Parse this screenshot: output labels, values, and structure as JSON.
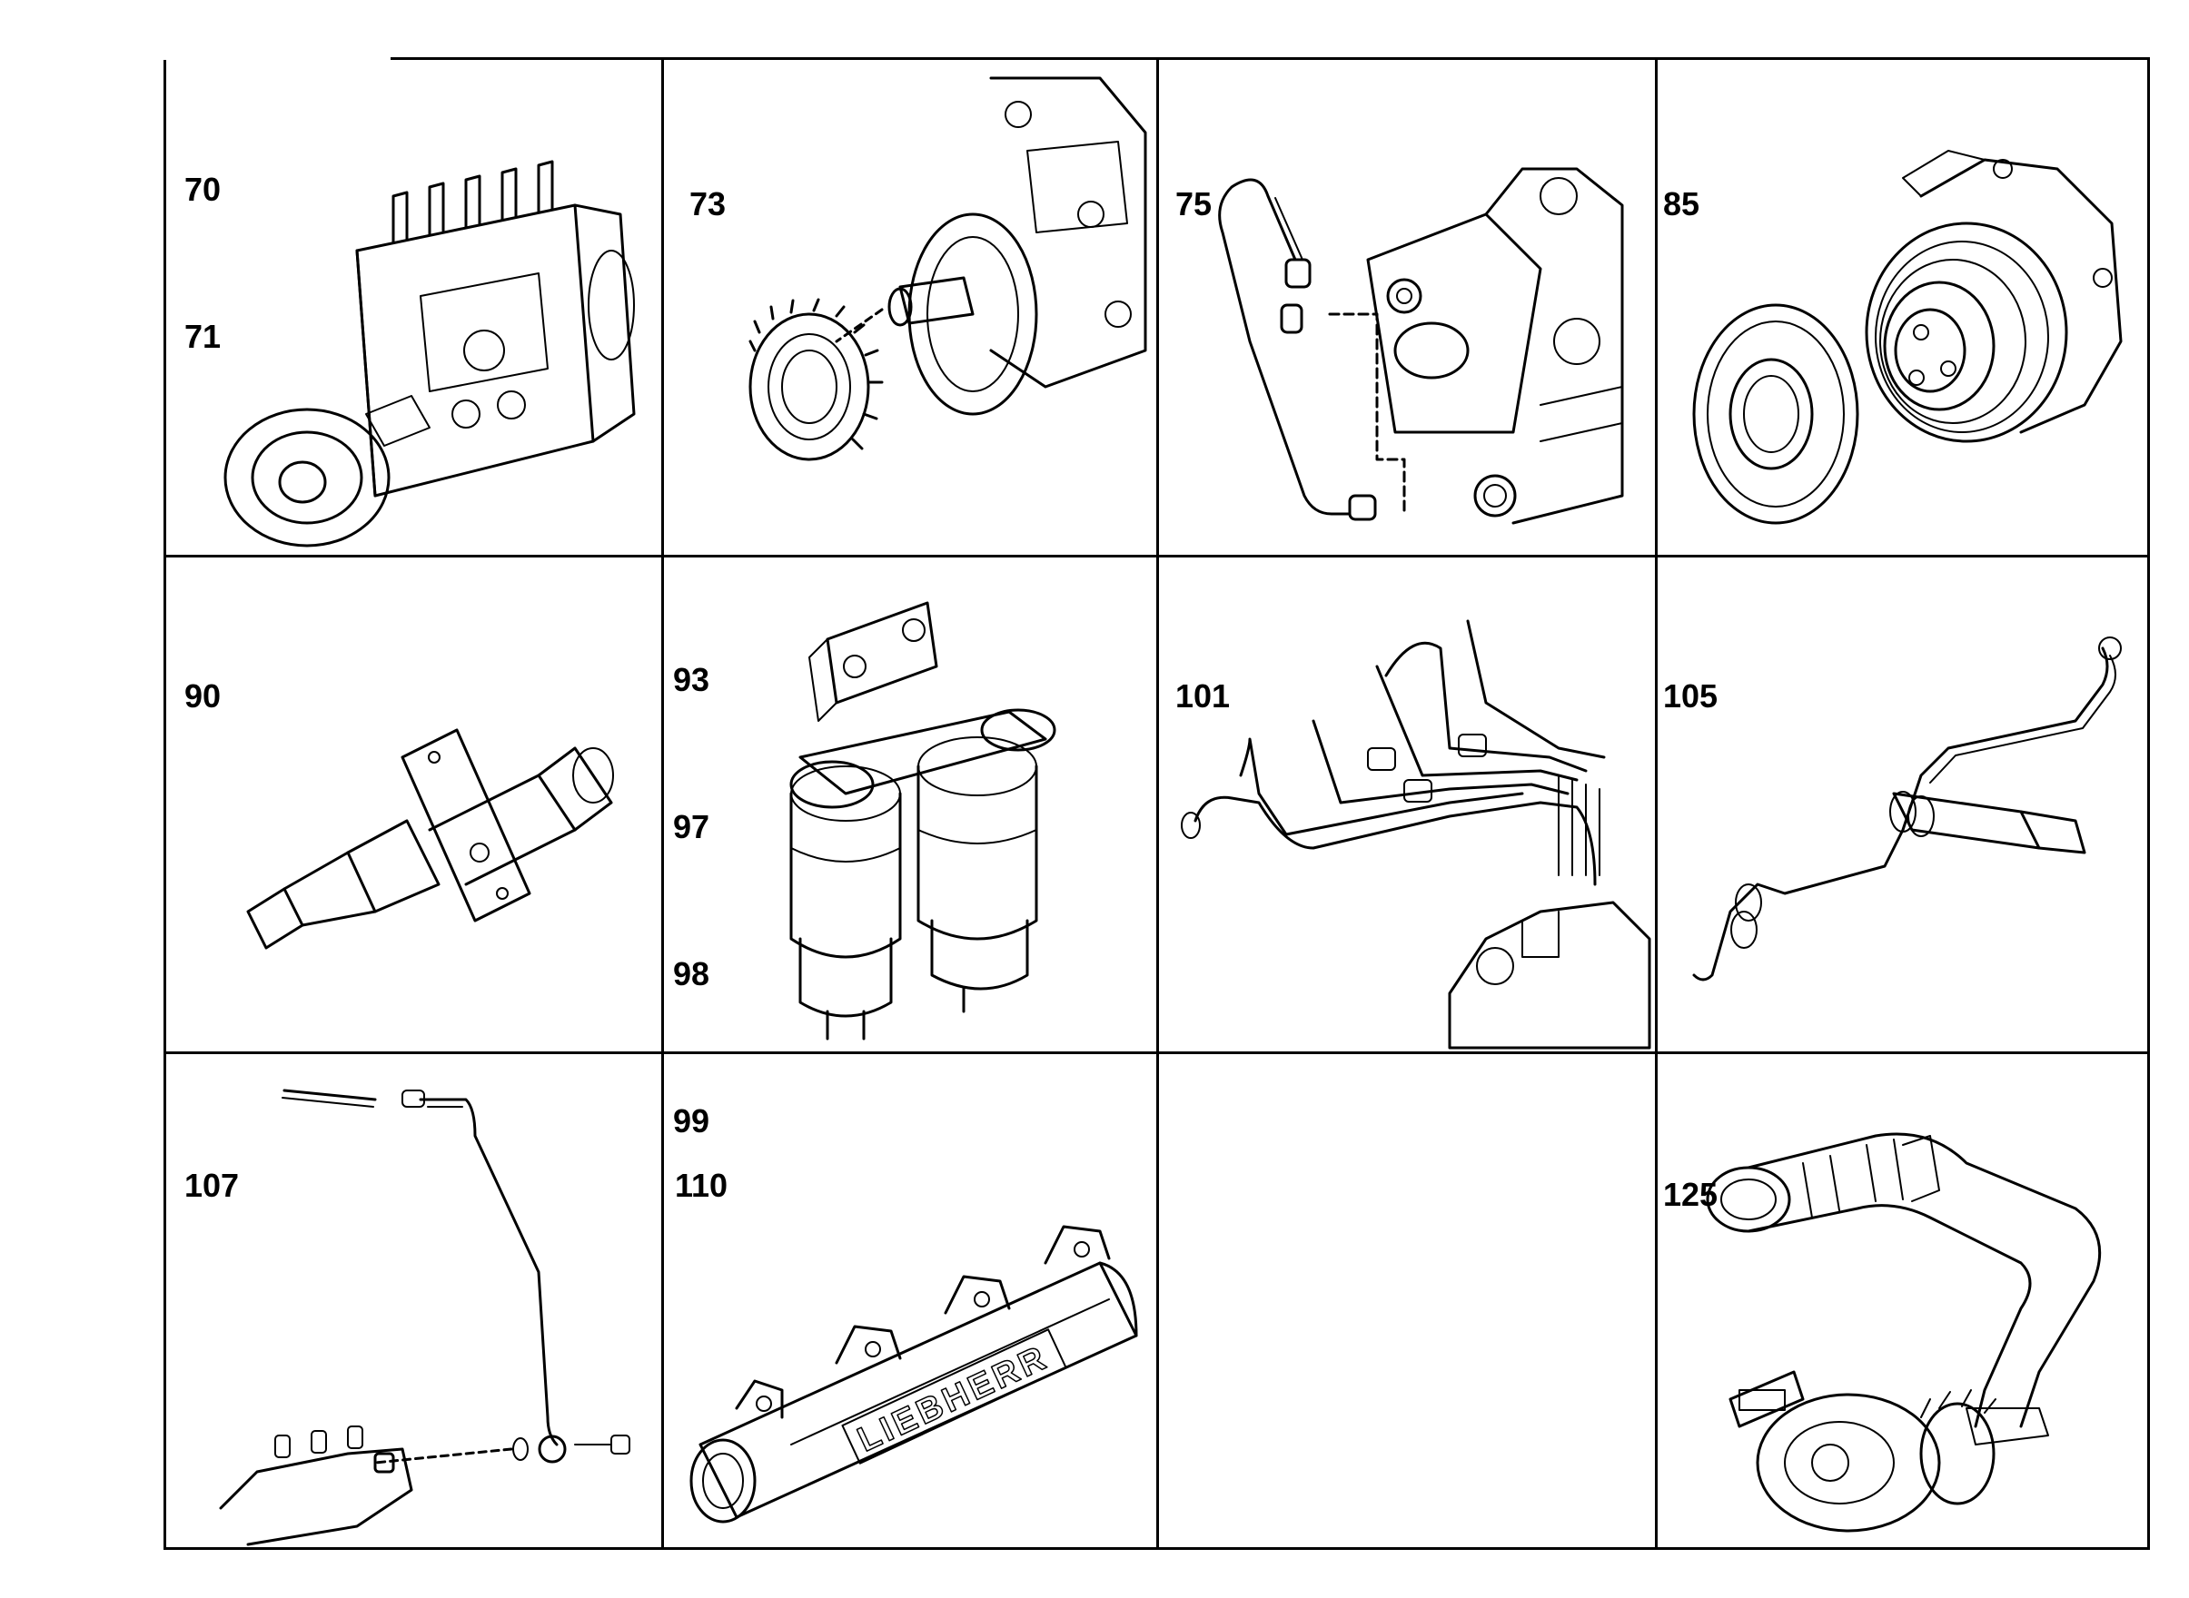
{
  "sheet": {
    "cells": [
      {
        "id": "c1",
        "labels": [
          "70",
          "71"
        ],
        "icon": "injection-pump-icon"
      },
      {
        "id": "c2",
        "labels": [
          "73"
        ],
        "icon": "drive-gear-icon"
      },
      {
        "id": "c3",
        "labels": [
          "75"
        ],
        "icon": "pressure-line-icon"
      },
      {
        "id": "c4",
        "labels": [
          "85"
        ],
        "icon": "flange-gear-icon"
      },
      {
        "id": "c5",
        "labels": [
          "90"
        ],
        "icon": "injector-icon"
      },
      {
        "id": "c6",
        "labels": [
          "93",
          "97",
          "98",
          "99"
        ],
        "icon": "fuel-filter-icon"
      },
      {
        "id": "c7",
        "labels": [
          "101"
        ],
        "icon": "injection-lines-icon"
      },
      {
        "id": "c8",
        "labels": [
          "105"
        ],
        "icon": "leak-oil-line-icon"
      },
      {
        "id": "c9",
        "labels": [
          "107"
        ],
        "icon": "return-line-icon"
      },
      {
        "id": "c10",
        "labels": [
          "110"
        ],
        "icon": "intake-manifold-icon",
        "embossed_text": "LIEBHERR"
      },
      {
        "id": "c11",
        "labels": [],
        "icon": ""
      },
      {
        "id": "c12",
        "labels": [
          "125"
        ],
        "icon": "turbo-hose-icon"
      }
    ]
  },
  "colors": {
    "ink": "#000000",
    "paper": "#ffffff"
  }
}
